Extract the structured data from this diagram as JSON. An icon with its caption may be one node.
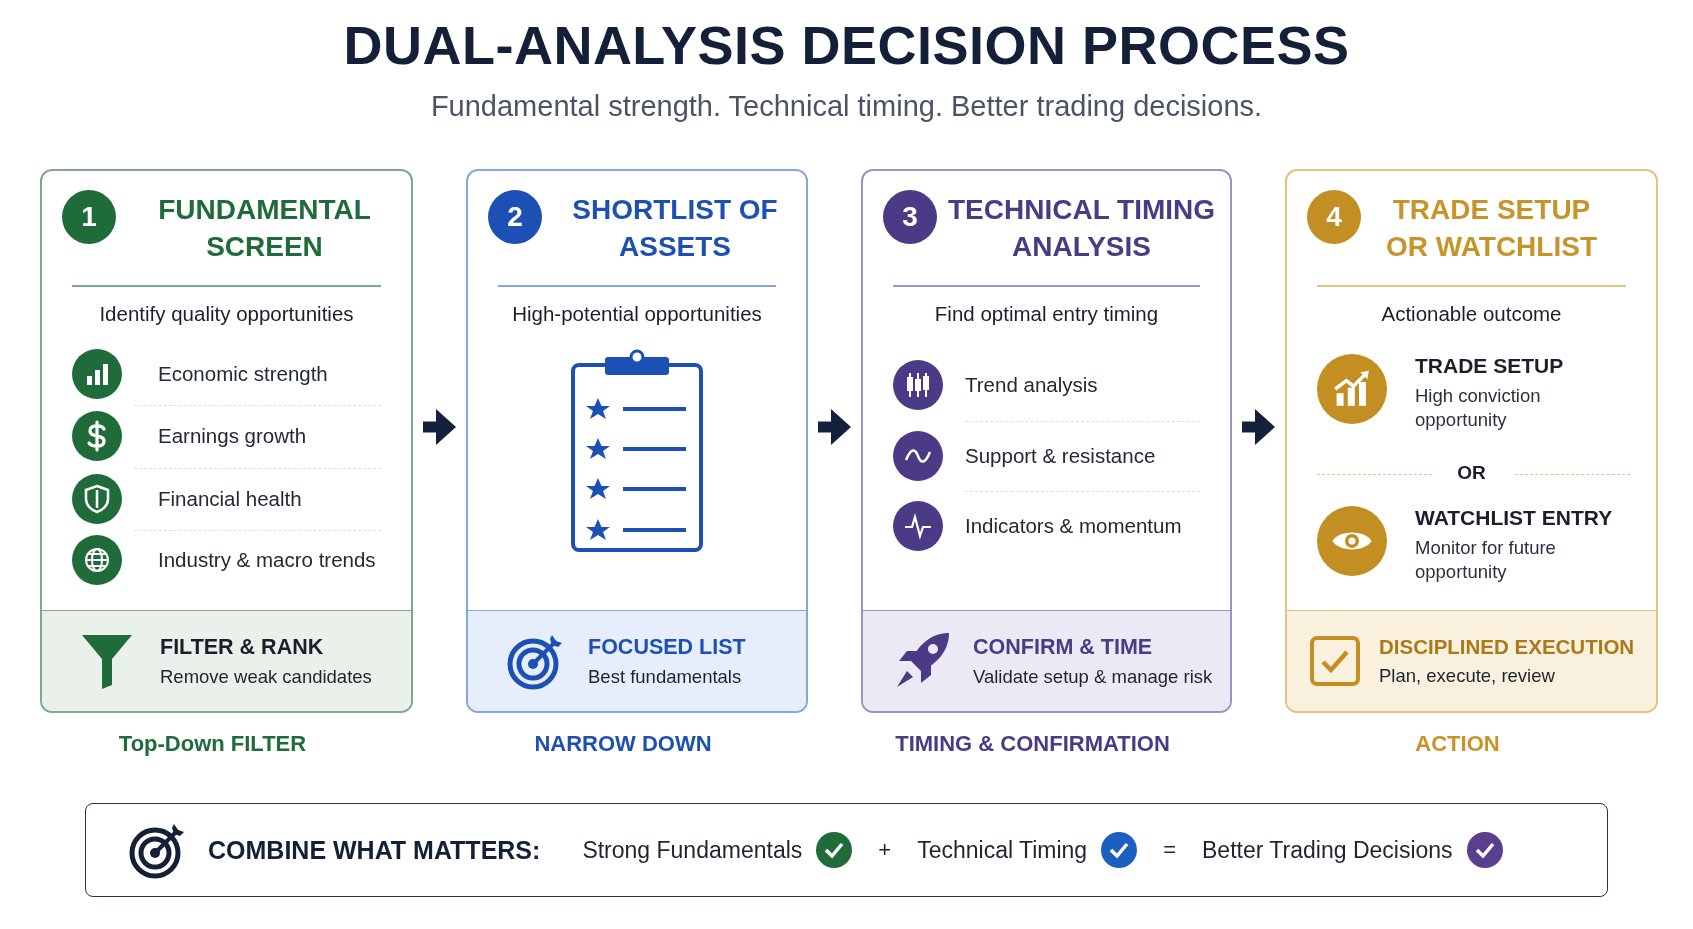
{
  "diagram": {
    "title": "DUAL-ANALYSIS DECISION PROCESS",
    "nodes": [
      {
        "text": [
          "1",
          "FUNDAMENTAL SCREEN",
          "Identify quality opportunities",
          "Economic strength",
          "Earnings growth",
          "Financial health",
          "Industry & macro trends"
        ],
        "beside": [
          "Top-Down FILTER"
        ]
      },
      {
        "text": [
          "FILTER & RANK",
          "Remove weak candidates"
        ],
        "in": 0
      },
      {
        "text": [
          "2",
          "SHORTLIST OF ASSETS",
          "High-potential opportunities"
        ],
        "beside": [
          "NARROW DOWN"
        ]
      },
      {
        "text": [
          "FOCUSED LIST",
          "Best fundamentals"
        ],
        "in": 2
      },
      {
        "text": [
          "3",
          "TECHNICAL TIMING ANALYSIS",
          "Find optimal entry timing",
          "Trend analysis",
          "Support & resistance",
          "Indicators & momentum"
        ],
        "beside": [
          "TIMING & CONFIRMATION"
        ]
      },
      {
        "text": [
          "CONFIRM & TIME",
          "Validate setup & manage risk"
        ],
        "in": 4
      },
      {
        "text": [
          "4",
          "TRADE SETUP OR WATCHLIST",
          "Actionable outcome",
          "TRADE SETUP",
          "High conviction opportunity",
          "OR",
          "WATCHLIST ENTRY",
          "Monitor for future opportunity"
        ],
        "beside": [
          "ACTION"
        ]
      },
      {
        "text": [
          "DISCIPLINED EXECUTION",
          "Plan, execute, review"
        ],
        "in": 6
      },
      {
        "text": [
          "COMBINE WHAT MATTERS:",
          "Strong Fundamentals",
          "+",
          "Technical Timing",
          "=",
          "Better Trading Decisions"
        ]
      }
    ],
    "edges": [
      {
        "from": 0,
        "to": 2,
        "arrow": "to"
      },
      {
        "from": 2,
        "to": 4,
        "arrow": "to"
      },
      {
        "from": 4,
        "to": 6,
        "arrow": "to"
      }
    ],
    "labels": [
      "Fundamental strength. Technical timing. Better trading decisions."
    ]
  }
}
